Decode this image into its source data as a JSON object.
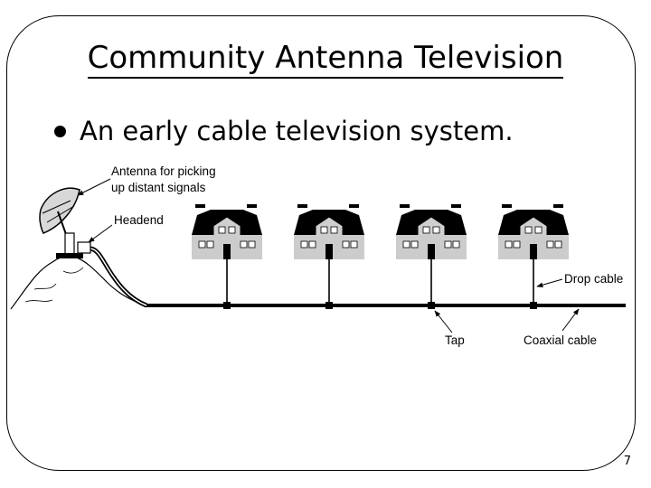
{
  "slide": {
    "title": "Community Antenna Television",
    "bullet": "An early cable television system.",
    "page_number": "7"
  },
  "diagram": {
    "labels": {
      "antenna_line1": "Antenna for picking",
      "antenna_line2": "up distant signals",
      "headend": "Headend",
      "drop_cable": "Drop cable",
      "tap": "Tap",
      "coaxial_cable": "Coaxial cable"
    },
    "house_count": 4
  }
}
